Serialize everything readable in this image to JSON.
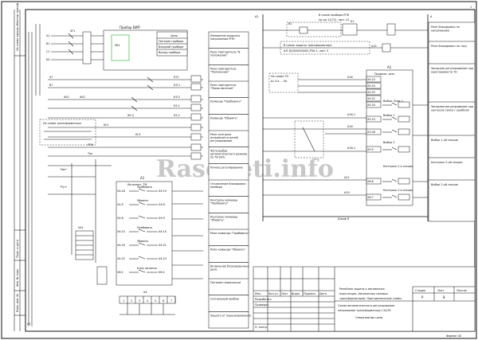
{
  "watermark": "Rascheti.info",
  "format_label": "Формат А3",
  "page_number": "1",
  "left_strip": {
    "top_vertical": "На схеме заряда обмотки трансф.",
    "bottom_cells": [
      "Инв. № подл.",
      "Подп. и дата",
      "Взам. инв. №"
    ]
  },
  "left_block": {
    "device_label": "Прибор ВИП",
    "cell_labels": [
      "Цепь",
      "Питание прибора",
      "Входной прибора",
      "Выход прибора"
    ],
    "supply_labels": [
      "А1",
      "В1",
      "С1",
      "N1"
    ],
    "sf_label": "SF1",
    "sb_label": "SB1",
    "wire_labels": [
      "А7",
      "В7",
      "ХК1",
      "ХК2",
      "КТ1",
      "КЛ.1",
      "КЛ.2",
      "К3.1",
      "К3.2",
      "ХК.3"
    ],
    "note_box": "На схеме трансформатора",
    "k_labels": [
      "КL2",
      "КL3",
      "РПН",
      "Ток"
    ],
    "relay_block_title": "А1",
    "relay_block_sub": "Исполнит. ТМ",
    "relay_rows": [
      {
        "left": "Х4:18",
        "right": "Х4:19",
        "name": "Прибавить"
      },
      {
        "left": "Х4:5",
        "right": "Х4:6",
        "name": "Убавить"
      },
      {
        "left": "Х4:8",
        "right": "Х4:9",
        "name": ""
      },
      {
        "left": "Х4:15",
        "right": "Х4:10",
        "name": "Прибавить"
      },
      {
        "left": "Х4:20",
        "right": "Х4:21",
        "name": "Убавить"
      },
      {
        "left": "Х4:22",
        "right": "Х4:23",
        "name": ""
      },
      {
        "left": "Х6:1",
        "right": "Х6:2",
        "name": "Блок питания"
      }
    ],
    "bottom_labels": [
      "SA1",
      "XB.1",
      "A4",
      "1",
      "2",
      "3",
      "4",
      "5",
      "6",
      "7"
    ],
    "lower_notes": [
      "\"Авт\"",
      "\"Руч\""
    ]
  },
  "mid_legend": [
    "Измерение входного напряжения РПН",
    "Реле-повторитель \"В положение\"",
    "Реле-повторитель \"Положение\"",
    "Реле-повторитель \"Переключение\"",
    "Команда \"Прибавить\"",
    "Команда \"Убавить\"",
    "Реле контроля исправности цепей регулирования",
    "Фото-выбор автоматического режима по ТВ (АО)",
    "Ручное регулирование",
    "Отключение блокировки прибора",
    "Контроль команды \"Прибавить\"",
    "Контроль команды \"Убавить\"",
    "Реле команды \"Прибавить\"",
    "Реле команды \"Убавить\"",
    "Включение блокировочных реле",
    "Питание переключки",
    "Сигнальный прибор",
    "Защита от перенапряжения"
  ],
  "right_block": {
    "top_note": "В схеме прибора РПН",
    "top_note2": "пр-пр 11(72), лист 14",
    "device_note": "В схеме защиты трансформатора",
    "device_note2": "ШТ ДЗ(00000000)-РЗА.1, лист 5",
    "tn_note": "На схеме ТН",
    "tn_note2": "Ш 3-Х ... 5А",
    "a1_label": "А1",
    "prodol": "Продоль. реж.",
    "x_terms": [
      "Х4:23",
      "Х4:24",
      "Х4:25",
      "Х4:22"
    ],
    "block_titles": [
      "Выбор. блок 1",
      "Выбор 1",
      "Выбор 2",
      "Контроль 2-я секция",
      "Контроль 2-я секция"
    ],
    "block_terms": [
      "Х5:24",
      "Х5:23",
      "Х5:26",
      "Х5:5",
      "Х6:6",
      "Х6:7"
    ],
    "wire_labels": [
      "А11",
      "А16",
      "А15",
      "А16-1",
      "А18",
      "А18-1",
      "А21",
      "А19",
      "А13",
      "А14"
    ],
    "bottom_label": "Шкаф Я",
    "right_legend": [
      "Реле блокировки по напряжению",
      "Реле блокировки по току",
      "Запорное регулирование при неисправности ТН",
      "Запорное регулирование при контроле связи с ошибкой",
      "Выбор 1-ой секции",
      "Контроль 2-ой секции",
      "Выбор 2-ой секции"
    ]
  },
  "title_block": {
    "main_text": "Релейная защита и автоматика подстанции. Автоматика силовых трансформаторов. Принципиальные схемы",
    "sub_text": "Схема автоматического регулирования напряжения трансформатора 110/35",
    "sub_text2": "Оперативные цепи",
    "head_cols": [
      "Изм.",
      "Кол.уч.",
      "Лист",
      "№док.",
      "Подпись",
      "Дата"
    ],
    "roles": [
      "Разработал",
      "Проверил",
      "Н. контр."
    ],
    "stage_labels": [
      "Стадия",
      "Лист",
      "Листов"
    ],
    "stage_values": [
      "Р",
      "8",
      ""
    ]
  }
}
